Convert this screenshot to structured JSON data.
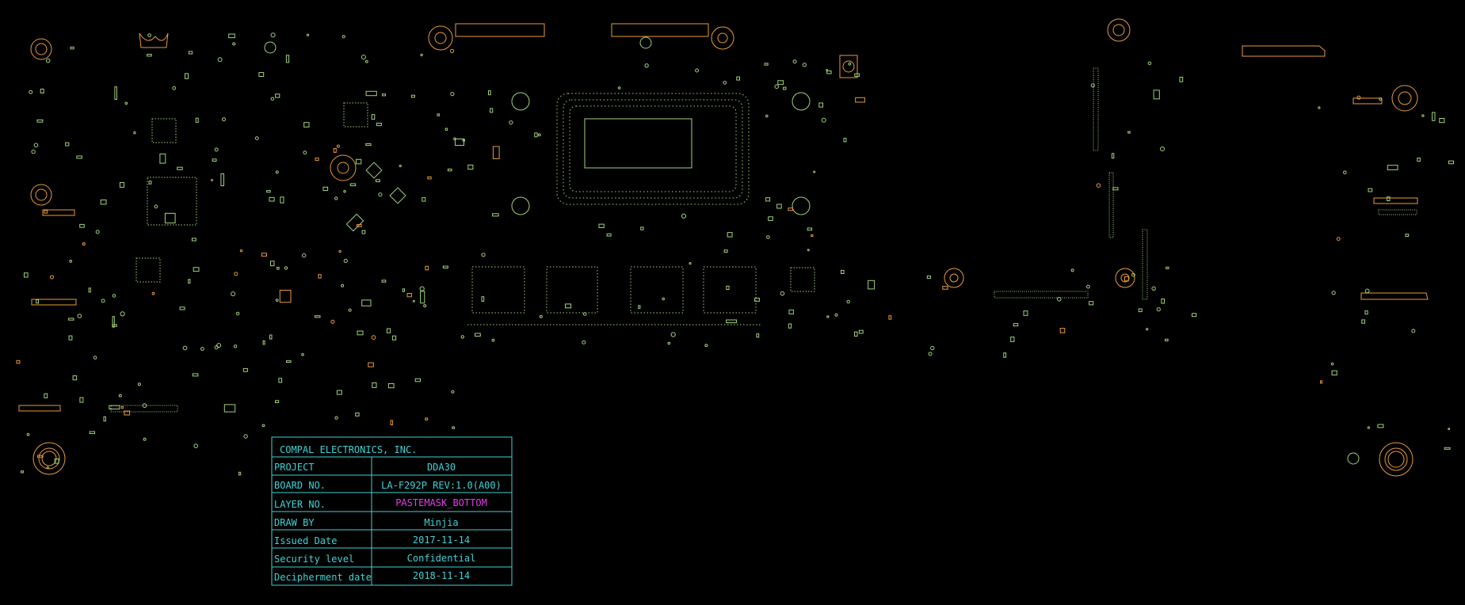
{
  "colors": {
    "background": "#000000",
    "outline_green": "#9fd27a",
    "outline_orange": "#e89a3c",
    "title_block_cyan": "#3fd2d6",
    "layer_magenta": "#e23ee8"
  },
  "title_block": {
    "company": "COMPAL ELECTRONICS, INC.",
    "rows": [
      {
        "label": "PROJECT",
        "value": "DDA30"
      },
      {
        "label": "BOARD NO.",
        "value": "LA-F292P REV:1.0(A00)"
      },
      {
        "label": "LAYER NO.",
        "value": "PASTEMASK_BOTTOM",
        "highlight": true
      },
      {
        "label": "DRAW BY",
        "value": "Minjia"
      },
      {
        "label": "Issued Date",
        "value": "2017-11-14"
      },
      {
        "label": "Security level",
        "value": "Confidential"
      },
      {
        "label": "Decipherment date",
        "value": "2018-11-14"
      }
    ]
  }
}
